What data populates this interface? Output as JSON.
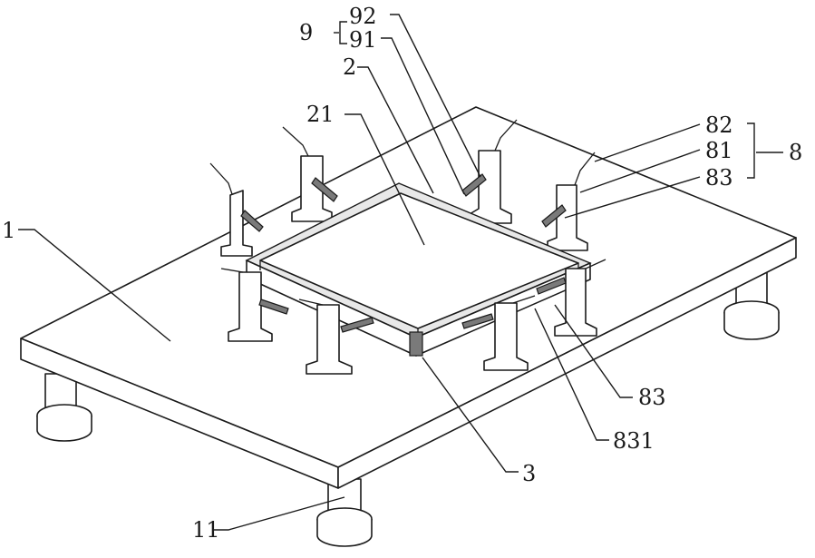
{
  "labels": {
    "l9": "9",
    "l92": "92",
    "l91": "91",
    "l2": "2",
    "l21": "21",
    "l82": "82",
    "l81": "81",
    "l8": "8",
    "l83a": "83",
    "l1": "1",
    "l83b": "83",
    "l831": "831",
    "l3": "3",
    "l11": "11"
  }
}
